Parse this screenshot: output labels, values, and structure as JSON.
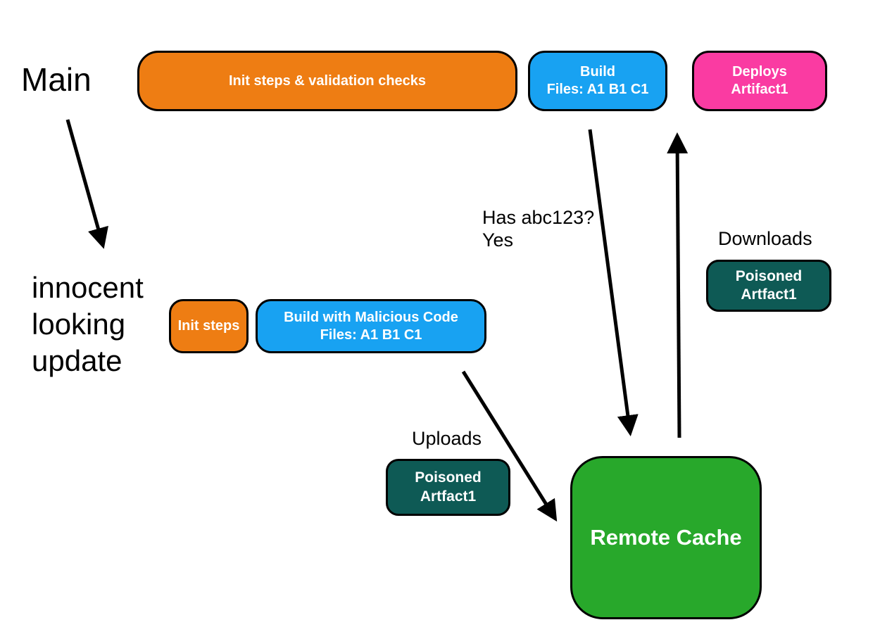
{
  "colors": {
    "orange": "#EE7D13",
    "blue": "#18A2F2",
    "pink": "#FA3BA2",
    "teal": "#0E5A55",
    "green": "#28A82B",
    "arrow": "#000000"
  },
  "labels": {
    "main": "Main",
    "innocent_update": "innocent\nlooking\nupdate",
    "has_abc123": "Has abc123?\nYes",
    "downloads": "Downloads",
    "uploads": "Uploads"
  },
  "nodes": {
    "init_validation": {
      "text": "Init steps & validation checks"
    },
    "build": {
      "line1": "Build",
      "line2": "Files: A1 B1 C1"
    },
    "deploys": {
      "line1": "Deploys",
      "line2": "Artifact1"
    },
    "init_steps": {
      "text": "Init steps"
    },
    "build_malicious": {
      "line1": "Build with Malicious Code",
      "line2": "Files: A1 B1 C1"
    },
    "poisoned_download": {
      "line1": "Poisoned",
      "line2": "Artfact1"
    },
    "poisoned_upload": {
      "line1": "Poisoned",
      "line2": "Artfact1"
    },
    "remote_cache": {
      "text": "Remote Cache"
    }
  }
}
